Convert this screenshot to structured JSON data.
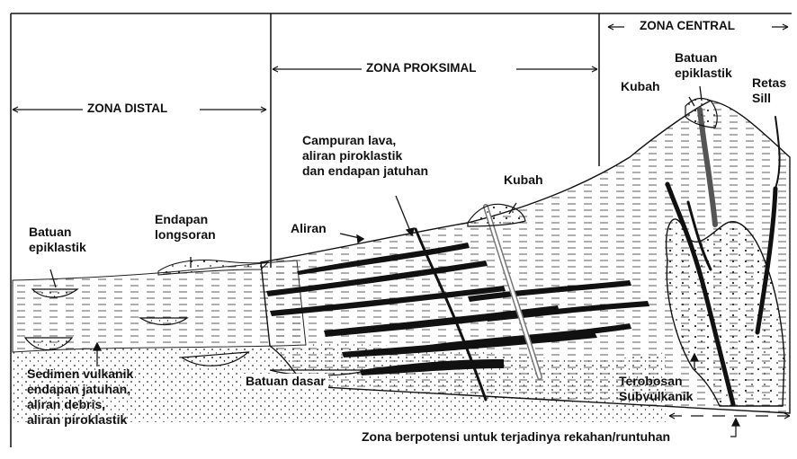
{
  "zones": {
    "distal": "ZONA DISTAL",
    "proksimal": "ZONA PROKSIMAL",
    "central": "ZONA CENTRAL"
  },
  "labels": {
    "batuan_epiklastik_left": "Batuan\nepiklastik",
    "endapan_longsoran": "Endapan\nlongsoran",
    "sedimen": "Sedimen vulkanik\nendapan jatuhan,\naliran debris,\naliran piroklastik",
    "batuan_dasar": "Batuan dasar",
    "aliran": "Aliran",
    "campuran": "Campuran lava,\naliran piroklastik\ndan endapan jatuhan",
    "kubah_mid": "Kubah",
    "kubah_top": "Kubah",
    "batuan_epiklastik_top": "Batuan\nepiklastik",
    "retas_sill": "Retas\nSill",
    "terobosan": "Terobosan\nSubvulkanik",
    "zona_berpotensi": "Zona berpotensi untuk terjadinya rekahan/runtuhan"
  },
  "colors": {
    "ink": "#111111",
    "paper": "#ffffff"
  }
}
